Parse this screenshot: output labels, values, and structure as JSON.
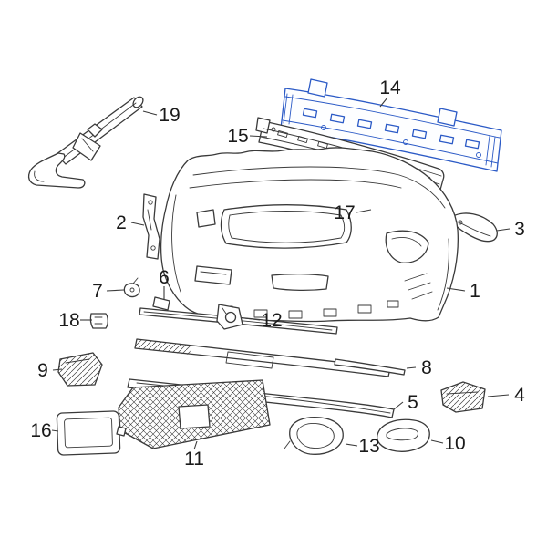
{
  "diagram": {
    "background": "#ffffff",
    "ink_color": "#3a3a3a",
    "label_color": "#1a1a1a",
    "highlight_color": "#2b5ac6",
    "highlighted_callout": "14",
    "callouts": [
      {
        "label": "1"
      },
      {
        "label": "2"
      },
      {
        "label": "3"
      },
      {
        "label": "4"
      },
      {
        "label": "5"
      },
      {
        "label": "6"
      },
      {
        "label": "7"
      },
      {
        "label": "8"
      },
      {
        "label": "9"
      },
      {
        "label": "10"
      },
      {
        "label": "11"
      },
      {
        "label": "12"
      },
      {
        "label": "13"
      },
      {
        "label": "14"
      },
      {
        "label": "15"
      },
      {
        "label": "16"
      },
      {
        "label": "17"
      },
      {
        "label": "18"
      },
      {
        "label": "19"
      }
    ]
  }
}
